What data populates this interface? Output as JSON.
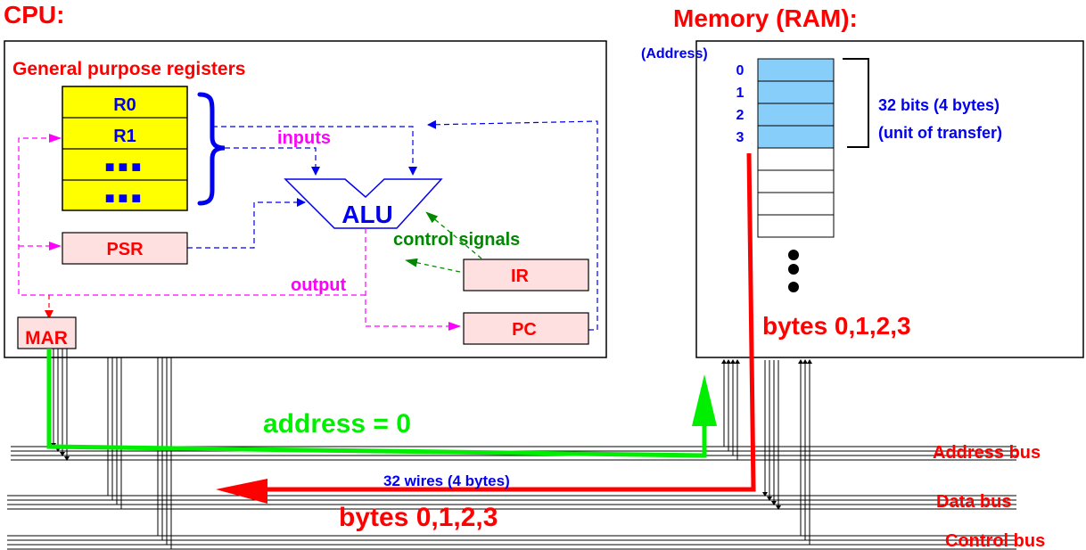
{
  "cpu": {
    "title": "CPU:",
    "registers_heading": "General purpose registers",
    "registers": [
      "R0",
      "R1",
      "■■■",
      "■■■"
    ],
    "psr": "PSR",
    "mar": "MAR",
    "ir": "IR",
    "pc": "PC",
    "alu": "ALU",
    "inputs_label": "inputs",
    "output_label": "output",
    "control_label": "control signals"
  },
  "memory": {
    "title": "Memory (RAM):",
    "address_heading": "(Address)",
    "addresses": [
      "0",
      "1",
      "2",
      "3"
    ],
    "highlighted_cells": 4,
    "total_cells": 8,
    "unit_label_1": "32 bits (4 bytes)",
    "unit_label_2": "(unit of transfer)",
    "ellipsis": "•••",
    "bytes_label": "bytes 0,1,2,3"
  },
  "bus": {
    "address_value": "address = 0",
    "wires_label": "32 wires (4 bytes)",
    "data_bytes_label": "bytes 0,1,2,3",
    "address_bus": "Address bus",
    "data_bus": "Data bus",
    "control_bus": "Control bus"
  },
  "colors": {
    "red": "#ff0000",
    "blue": "#0000ee",
    "magenta": "#ff00ff",
    "green": "#00cc00",
    "dark_green": "#008800",
    "yellow": "#ffff00",
    "pink": "#ffe0e0",
    "light_blue": "#87cefa"
  }
}
